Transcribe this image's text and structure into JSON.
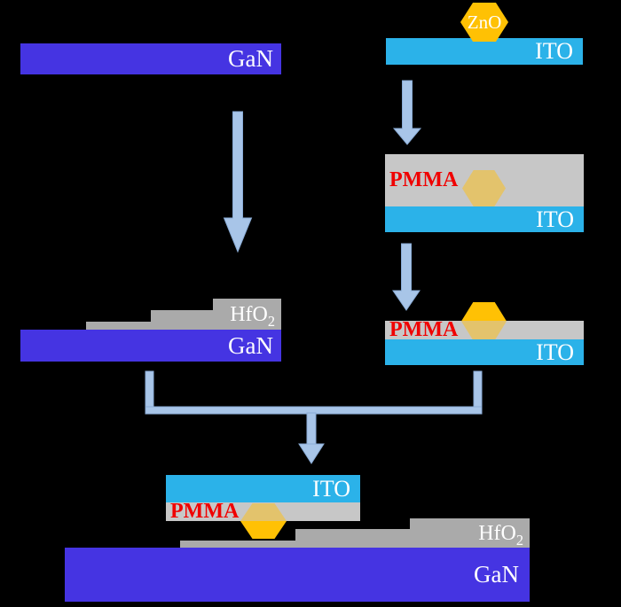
{
  "background": "#000000",
  "colors": {
    "gan_blue": "#4534E2",
    "ito_cyan": "#2BB2E9",
    "pmma_gray": "#C7C7C7",
    "hfo2_gray": "#AAAAAA",
    "zno_gold": "#FFC104",
    "zno_gold_muted": "#E3C36C",
    "arrow_blue": "#A8C5E8",
    "arrow_border": "#8AACD6",
    "label_white": "#FFFFFF",
    "pmma_red": "#F00000"
  },
  "panels": {
    "gan_substrate": {
      "gan": "GaN"
    },
    "ito_substrate": {
      "zno": "ZnO",
      "ito": "ITO"
    },
    "pmma_coated": {
      "pmma": "PMMA",
      "ito": "ITO"
    },
    "pmma_developed": {
      "pmma": "PMMA",
      "ito": "ITO"
    },
    "hfo2_on_gan": {
      "hfo2_base": "HfO",
      "hfo2_sub": "2",
      "gan": "GaN"
    },
    "final_device": {
      "ito": "ITO",
      "pmma": "PMMA",
      "hfo2_base": "HfO",
      "hfo2_sub": "2",
      "gan": "GaN"
    }
  }
}
